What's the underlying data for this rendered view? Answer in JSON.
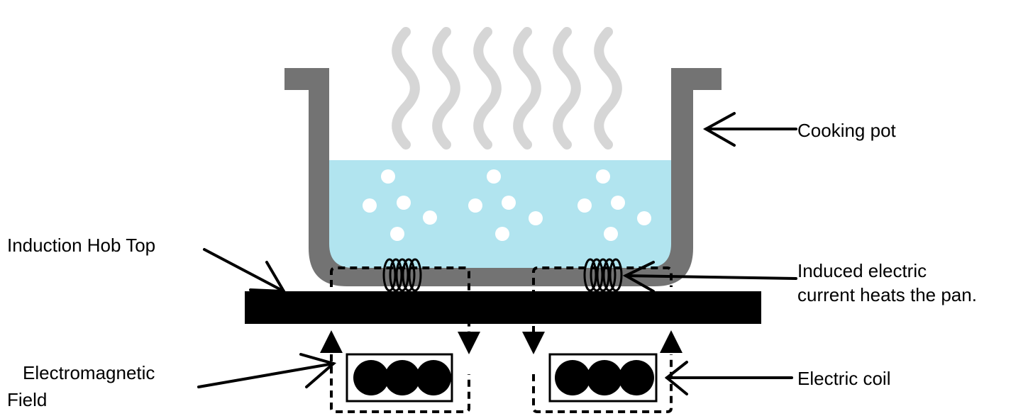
{
  "labels": {
    "cooking_pot": "Cooking pot",
    "induction_hob_top": "Induction Hob Top",
    "induced_current_line1": "Induced electric",
    "induced_current_line2": "current heats the pan.",
    "electromagnetic_field_line1": "Electromagnetic",
    "electromagnetic_field_line2": "Field",
    "electric_coil": "Electric coil"
  },
  "colors": {
    "pot": "#737373",
    "water": "#b1e4ef",
    "bubble": "#ffffff",
    "steam": "#d6d6d6",
    "hob": "#000000",
    "field_line": "#000000"
  }
}
